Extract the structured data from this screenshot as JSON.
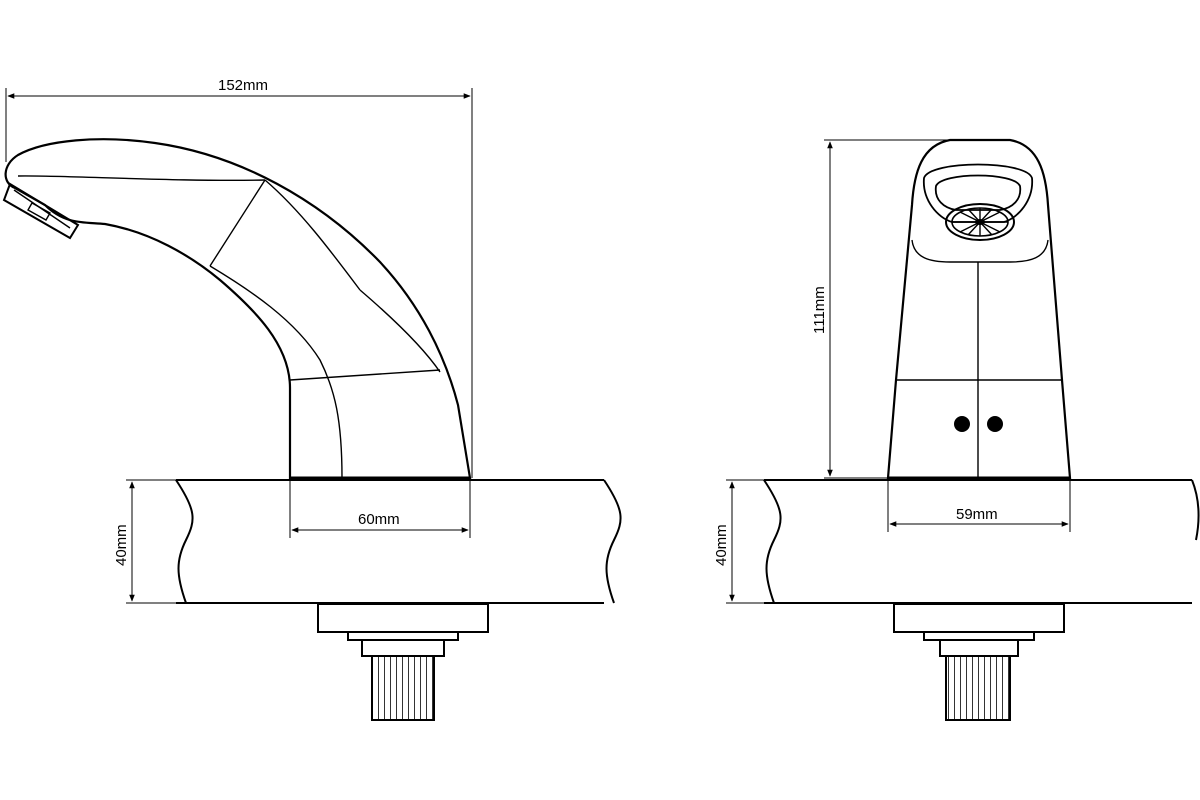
{
  "side_view": {
    "width_label": "152mm",
    "base_label": "60mm",
    "deck_label": "40mm"
  },
  "front_view": {
    "height_label": "111mm",
    "base_label": "59mm",
    "deck_label": "40mm"
  }
}
